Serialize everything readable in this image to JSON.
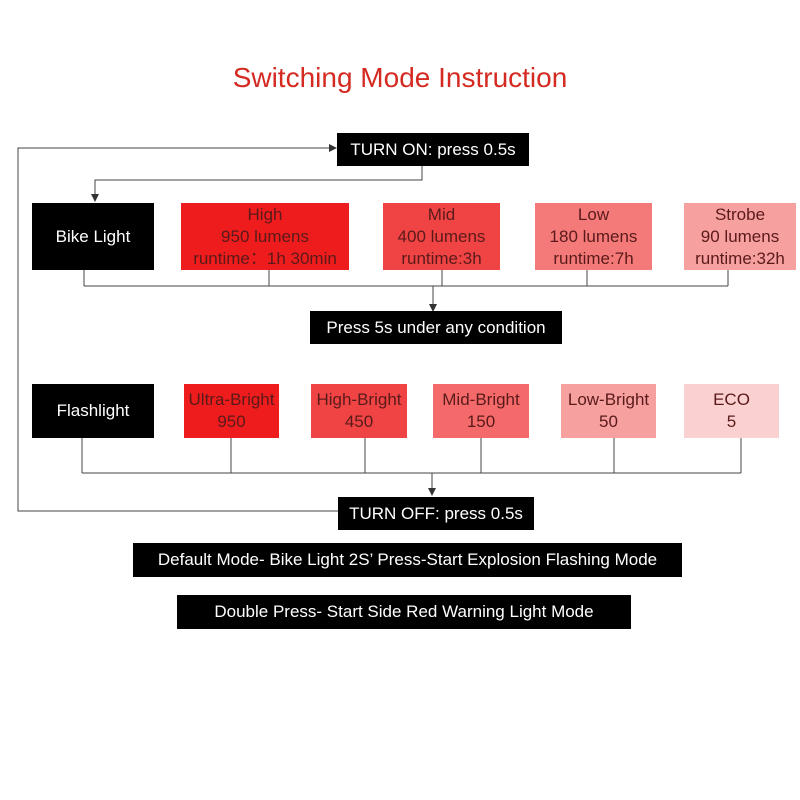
{
  "title": "Switching Mode Instruction",
  "turn_on": "TURN ON:  press 0.5s",
  "bike_light": {
    "label": "Bike Light",
    "modes": [
      {
        "name": "High",
        "detail": "950 lumens",
        "runtime": "runtime：1h 30min",
        "color": "#ee1c1c"
      },
      {
        "name": "Mid",
        "detail": "400 lumens",
        "runtime": "runtime:3h",
        "color": "#f04444"
      },
      {
        "name": "Low",
        "detail": "180 lumens",
        "runtime": "runtime:7h",
        "color": "#f47a7a"
      },
      {
        "name": "Strobe",
        "detail": "90 lumens",
        "runtime": "runtime:32h",
        "color": "#f7a0a0"
      }
    ]
  },
  "press_5s": "Press 5s under any condition",
  "flashlight": {
    "label": "Flashlight",
    "modes": [
      {
        "name": "Ultra-Bright",
        "detail": "950",
        "color": "#ee1c1c"
      },
      {
        "name": "High-Bright",
        "detail": "450",
        "color": "#f04444"
      },
      {
        "name": "Mid-Bright",
        "detail": "150",
        "color": "#f46a6a"
      },
      {
        "name": "Low-Bright",
        "detail": "50",
        "color": "#f7a0a0"
      },
      {
        "name": "ECO",
        "detail": "5",
        "color": "#fbd0d0"
      }
    ]
  },
  "turn_off": "TURN OFF:  press 0.5s",
  "note_default": "Default Mode- Bike Light 2S’ Press-Start Explosion Flashing Mode",
  "note_double": "Double Press- Start Side Red Warning Light Mode"
}
